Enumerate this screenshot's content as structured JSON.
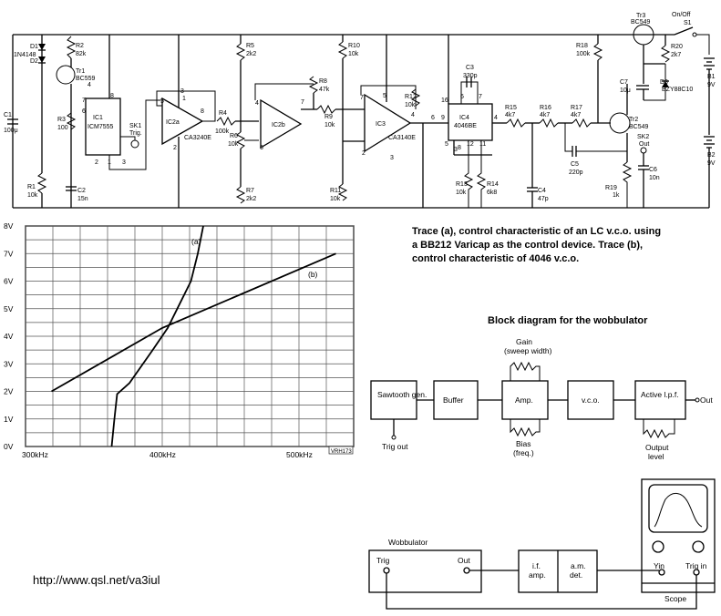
{
  "schematic": {
    "components": {
      "D1": "D1",
      "D2": "D2",
      "D1_type": "1N4148",
      "R2": "R2",
      "R2_val": "82k",
      "Tr1": "Tr1",
      "Tr1_type": "BC559",
      "C1": "C1",
      "C1_val": "100μ",
      "R1": "R1",
      "R1_val": "10k",
      "R3": "R3",
      "R3_val": "100",
      "IC1": "IC1",
      "IC1_type": "ICM7555",
      "C2": "C2",
      "C2_val": "15n",
      "SK1": "SK1",
      "SK1_label": "Trig.",
      "IC2a": "IC2a",
      "IC2a_type": "CA3240E",
      "R4": "R4",
      "R4_val": "100k",
      "R5": "R5",
      "R5_val": "2k2",
      "R6": "R6",
      "R6_val": "10k",
      "R7": "R7",
      "R7_val": "2k2",
      "IC2b": "IC2b",
      "R8": "R8",
      "R8_val": "47k",
      "R9": "R9",
      "R9_val": "10k",
      "R10": "R10",
      "R10_val": "10k",
      "R11": "R11",
      "R11_val": "10k",
      "IC3": "IC3",
      "IC3_type": "CA3140E",
      "R12": "R12",
      "R12_val": "10k",
      "C3": "C3",
      "C3_val": "330p",
      "IC4": "IC4",
      "IC4_type": "4046BE",
      "R13": "R13",
      "R13_val": "10k",
      "R14": "R14",
      "R14_val": "6k8",
      "R15": "R15",
      "R15_val": "4k7",
      "R16": "R16",
      "R16_val": "4k7",
      "R17": "R17",
      "R17_val": "4k7",
      "R18": "R18",
      "R18_val": "100k",
      "C4": "C4",
      "C4_val": "47p",
      "C5": "C5",
      "C5_val": "220p",
      "Tr2": "Tr2",
      "Tr2_type": "BC549",
      "Tr3": "Tr3",
      "Tr3_type": "BC549",
      "R20": "R20",
      "R20_val": "2k7",
      "C7": "C7",
      "C7_val": "10μ",
      "D3": "D3",
      "D3_type": "BZY88C10",
      "SK2": "SK2",
      "SK2_label": "Out",
      "C6": "C6",
      "C6_val": "10n",
      "R19": "R19",
      "R19_val": "1k",
      "S1": "S1",
      "S1_label": "On/Off",
      "B1": "B1",
      "B1_val": "9V",
      "B2": "B2",
      "B2_val": "9V"
    },
    "pins": [
      "8",
      "4",
      "7",
      "6",
      "2",
      "1",
      "3",
      "5",
      "2",
      "1",
      "3",
      "8",
      "4",
      "6",
      "7",
      "5",
      "7",
      "2",
      "3",
      "4",
      "6",
      "16",
      "6",
      "7",
      "3",
      "4",
      "9",
      "5",
      "8",
      "12",
      "11"
    ]
  },
  "graph": {
    "y_ticks": [
      "0V",
      "1V",
      "2V",
      "3V",
      "4V",
      "5V",
      "6V",
      "7V",
      "8V"
    ],
    "x_ticks": [
      "300kHz",
      "400kHz",
      "500kHz"
    ],
    "trace_a_label": "(a)",
    "trace_b_label": "(b)",
    "ref": "VRH173",
    "caption": [
      "Trace (a), control characteristic of an LC v.c.o. using",
      "a BB212 Varicap as the control device. Trace (b),",
      "control characteristic of 4046 v.c.o."
    ]
  },
  "chart_data": {
    "type": "line",
    "xlabel": "",
    "ylabel": "",
    "x_unit": "kHz",
    "xlim": [
      300,
      540
    ],
    "ylim": [
      0,
      8
    ],
    "grid": true,
    "series": [
      {
        "name": "(a)",
        "points": [
          [
            363,
            0
          ],
          [
            365,
            1
          ],
          [
            367,
            1.9
          ],
          [
            376,
            2.3
          ],
          [
            393,
            3.5
          ],
          [
            404,
            4.3
          ],
          [
            414,
            5.3
          ],
          [
            421,
            6.0
          ],
          [
            426,
            7.0
          ],
          [
            430,
            8.0
          ]
        ]
      },
      {
        "name": "(b)",
        "points": [
          [
            319,
            2.0
          ],
          [
            400,
            4.3
          ],
          [
            527,
            7.0
          ]
        ]
      }
    ]
  },
  "block_diagram": {
    "title": "Block diagram for the wobbulator",
    "blocks": [
      "Sawtooth gen.",
      "Buffer",
      "Amp.",
      "v.c.o.",
      "Active l.p.f."
    ],
    "gain_label": [
      "Gain",
      "(sweep width)"
    ],
    "bias_label": [
      "Bias",
      "(freq.)"
    ],
    "trig_out": "Trig out",
    "out": "Out",
    "output_level": [
      "Output",
      "level"
    ]
  },
  "setup": {
    "wobbulator": "Wobbulator",
    "trig": "Trig",
    "out": "Out",
    "if_amp": [
      "i.f.",
      "amp."
    ],
    "am_det": [
      "a.m.",
      "det."
    ],
    "yin": "Yin",
    "trig_in": "Trig in",
    "scope": "Scope"
  },
  "url": "http://www.qsl.net/va3iul"
}
